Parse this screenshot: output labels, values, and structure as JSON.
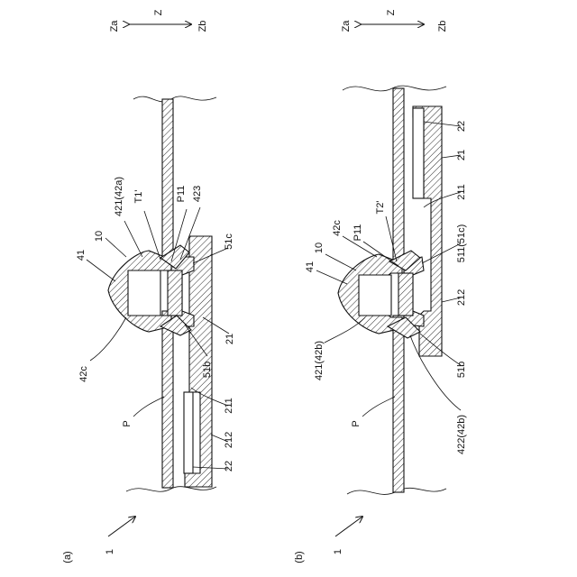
{
  "axis": {
    "za": "Za",
    "z": "Z",
    "zb": "Zb"
  },
  "panel_a": {
    "tag": "(a)",
    "device": "1",
    "labels": {
      "l10": "10",
      "l41": "41",
      "l421": "421(42a)",
      "lT1": "T1'",
      "lP11": "P11",
      "l423": "423",
      "l51c": "51c",
      "l21": "21",
      "l51b": "51b",
      "l42c": "42c",
      "l211": "211",
      "lP": "P",
      "l212": "212",
      "l22": "22"
    }
  },
  "panel_b": {
    "tag": "(b)",
    "device": "1",
    "labels": {
      "l22": "22",
      "l21": "21",
      "l211": "211",
      "lT2": "T2'",
      "l42c": "42c",
      "lP11": "P11",
      "l511": "511(51c)",
      "l10": "10",
      "l41": "41",
      "l212": "212",
      "l421": "421(42b)",
      "l51b": "51b",
      "lP": "P",
      "l422": "422(42b)"
    }
  }
}
